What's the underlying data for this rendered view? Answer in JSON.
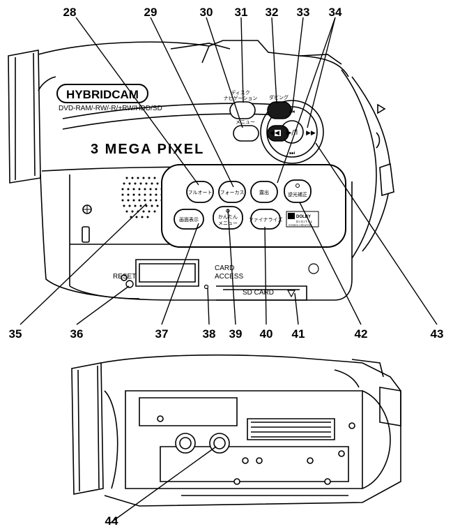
{
  "callouts": {
    "c28": "28",
    "c29": "29",
    "c30": "30",
    "c31": "31",
    "c32": "32",
    "c33": "33",
    "c34": "34",
    "c35": "35",
    "c36": "36",
    "c37": "37",
    "c38": "38",
    "c39": "39",
    "c40": "40",
    "c41": "41",
    "c42": "42",
    "c43": "43",
    "c44": "44"
  },
  "body_text": {
    "brand": "HYBRIDCAM",
    "formats": "DVD-RAM/-RW/-R/+RW/HDD/SD",
    "mega_pixel": "3 MEGA PIXEL",
    "reset": "RESET",
    "card_access_1": "CARD",
    "card_access_2": "ACCESS",
    "sd_card": "SD CARD",
    "dolby_1": "DOLBY",
    "dolby_2": "DIGITAL",
    "dolby_3": "STEREO CREATOR"
  },
  "buttons": {
    "full_auto": "フルオート",
    "focus": "フォーカス",
    "exposure": "露出",
    "backlight": "逆光補正",
    "display": "画面表示",
    "easy_menu_1": "かんたん",
    "easy_menu_2": "メニュー",
    "finalize": "ファイナライズ",
    "disc_nav_1": "ディスク",
    "disc_nav_2": "ナビゲーション",
    "dubbing": "ダビング",
    "menu": "メニュー"
  },
  "colors": {
    "line": "#000000",
    "background": "#ffffff",
    "button_fill": "#ffffff",
    "dark_button": "#1a1a1a"
  }
}
